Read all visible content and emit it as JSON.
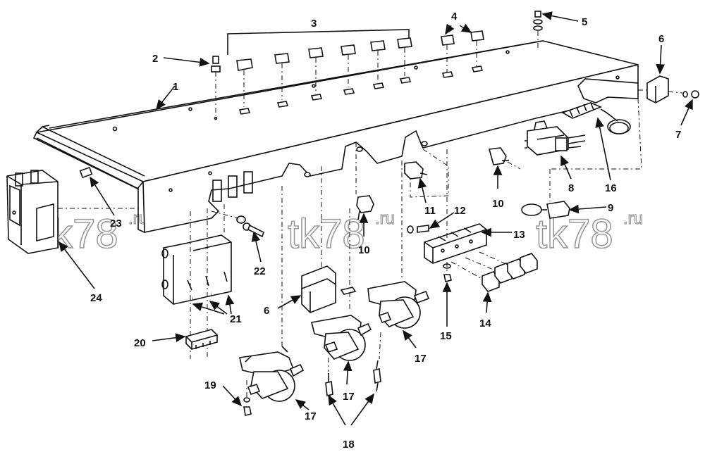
{
  "watermark": {
    "text": "tk78",
    "suffix": ".ru"
  },
  "callouts": {
    "c1": "1",
    "c2": "2",
    "c3": "3",
    "c4": "4",
    "c5": "5",
    "c6a": "6",
    "c6b": "6",
    "c7": "7",
    "c8": "8",
    "c9": "9",
    "c10a": "10",
    "c10b": "10",
    "c11": "11",
    "c12": "12",
    "c13": "13",
    "c14": "14",
    "c15": "15",
    "c16": "16",
    "c17a": "17",
    "c17b": "17",
    "c17c": "17",
    "c18": "18",
    "c19": "19",
    "c20": "20",
    "c21": "21",
    "c22": "22",
    "c23": "23",
    "c24": "24"
  }
}
